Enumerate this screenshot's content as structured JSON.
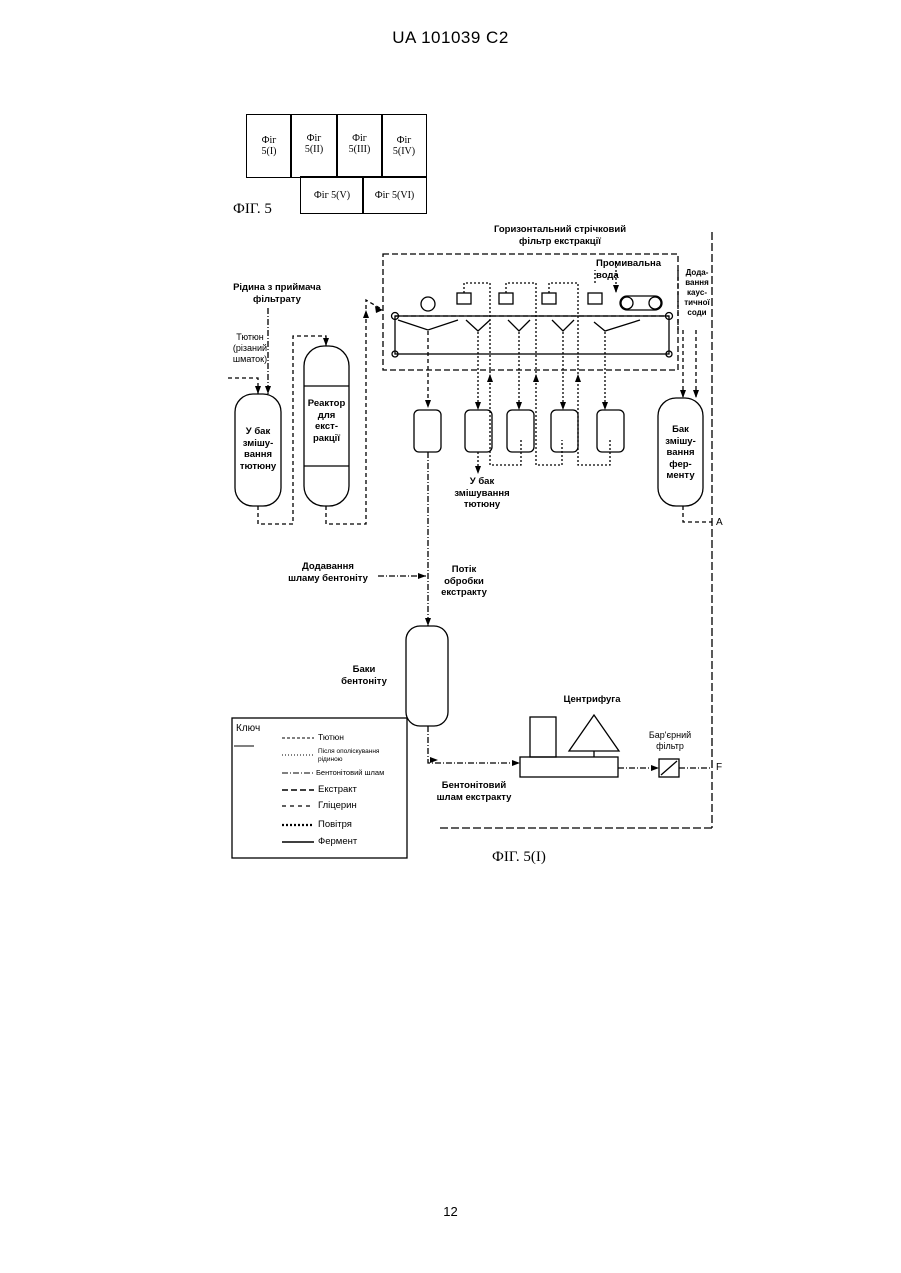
{
  "header": {
    "patent_number": "UA   101039   C2"
  },
  "layout_index": {
    "cells_top": [
      "Фіг 5(I)",
      "Фіг 5(II)",
      "Фіг 5(III)",
      "Фіг 5(IV)"
    ],
    "cells_top_lines": [
      [
        "Фіг",
        "5(I)"
      ],
      [
        "Фіг",
        "5(II)"
      ],
      [
        "Фіг",
        "5(III)"
      ],
      [
        "Фіг",
        "5(IV)"
      ]
    ],
    "cells_bottom": [
      "Фіг  5(V)",
      "Фіг  5(VI)"
    ],
    "caption": "ФІГ. 5"
  },
  "diagram": {
    "filter_title_line1": "Горизонтальний стрічковий",
    "filter_title_line2": "фільтр екстракції",
    "wash_water_line1": "Промивальна",
    "wash_water_line2": "вода",
    "caustic_lines": [
      "Дода-",
      "вання",
      "кауc-",
      "тичної",
      "соди"
    ],
    "filtrate_liquid_line1": "Рідина з приймача",
    "filtrate_liquid_line2": "фільтрату",
    "tobacco_cut_lines": [
      "Тютюн",
      "(різаний",
      "шматок)"
    ],
    "tobacco_mix_tank_lines": [
      "У бак",
      "змішу-",
      "вання",
      "тютюну"
    ],
    "reactor_lines": [
      "Реактор",
      "для",
      "екст-",
      "ракції"
    ],
    "to_tobacco_tank_lines": [
      "У бак",
      "змішування",
      "тютюну"
    ],
    "enzyme_tank_lines": [
      "Бак",
      "змішу-",
      "вання",
      "фер-",
      "менту"
    ],
    "marker_a": "A",
    "marker_f": "F",
    "bentonite_add_line1": "Додавання",
    "bentonite_add_line2": "шламу бентоніту",
    "extract_stream_lines": [
      "Потік",
      "обробки",
      "екстракту"
    ],
    "bentonite_tanks_line1": "Баки",
    "bentonite_tanks_line2": "бентоніту",
    "centrifuge": "Центрифуга",
    "barrier_filter_line1": "Бар'єрний",
    "barrier_filter_line2": "фільтр",
    "bentonite_slurry_line1": "Бентонітовий",
    "bentonite_slurry_line2": "шлам екстракту"
  },
  "key": {
    "title": "Ключ",
    "items": [
      {
        "label": "Тютюн",
        "style": "dash-short"
      },
      {
        "label": "Після ополіскування рідиною",
        "style": "dotted"
      },
      {
        "label": "Бентонітовий шлам",
        "style": "dash-dot"
      },
      {
        "label": "Екстракт",
        "style": "dash-long"
      },
      {
        "label": "Гліцерин",
        "style": "dash-med"
      },
      {
        "label": "Повітря",
        "style": "heavy-dotted"
      },
      {
        "label": "Фермент",
        "style": "solid"
      }
    ]
  },
  "figure_caption": "ФІГ. 5(I)",
  "page_number": "12"
}
